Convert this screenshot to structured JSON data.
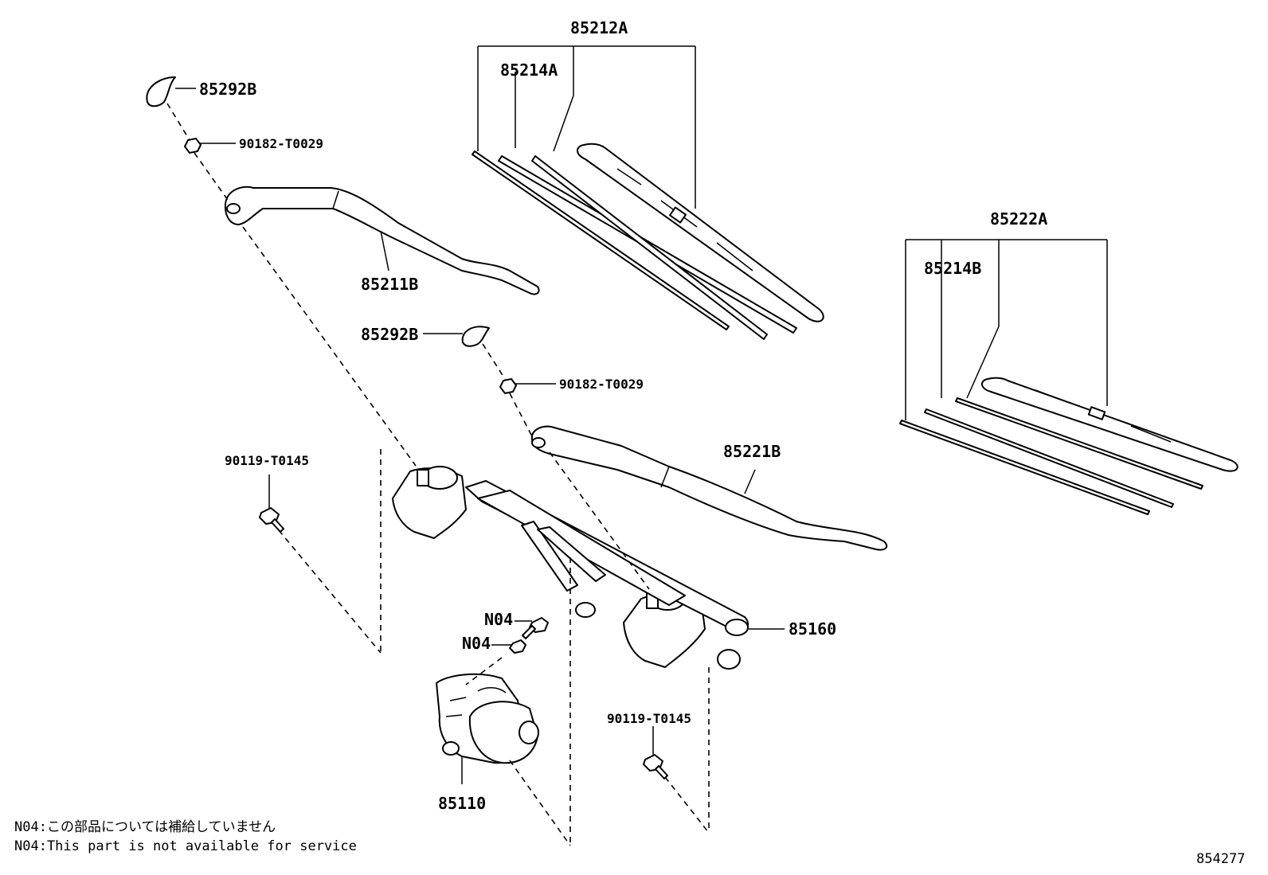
{
  "parts": {
    "p85212A": "85212A",
    "p85214A": "85214A",
    "p85292B_top": "85292B",
    "p90182_top": "90182-T0029",
    "p85211B": "85211B",
    "p85222A": "85222A",
    "p85214B": "85214B",
    "p85292B_mid": "85292B",
    "p90182_mid": "90182-T0029",
    "p85221B": "85221B",
    "p90119_left": "90119-T0145",
    "p85160": "85160",
    "p90119_right": "90119-T0145",
    "pN04_a": "N04",
    "pN04_b": "N04",
    "p85110": "85110"
  },
  "notes": {
    "jp": "N04:この部品については補給していません",
    "en": "N04:This part is not available for service"
  },
  "figure_code": "854277"
}
